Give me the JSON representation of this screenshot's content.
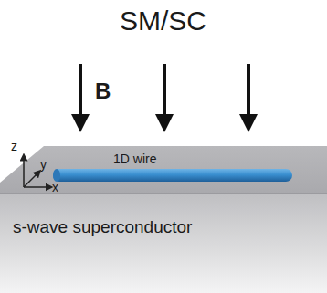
{
  "diagram": {
    "title": "SM/SC",
    "nodes": [
      {
        "text": [
          "s-wave superconductor"
        ]
      },
      {
        "text": [
          "1D wire"
        ],
        "in": 0
      }
    ],
    "labels": [
      "B",
      "z",
      "y",
      "x"
    ]
  }
}
